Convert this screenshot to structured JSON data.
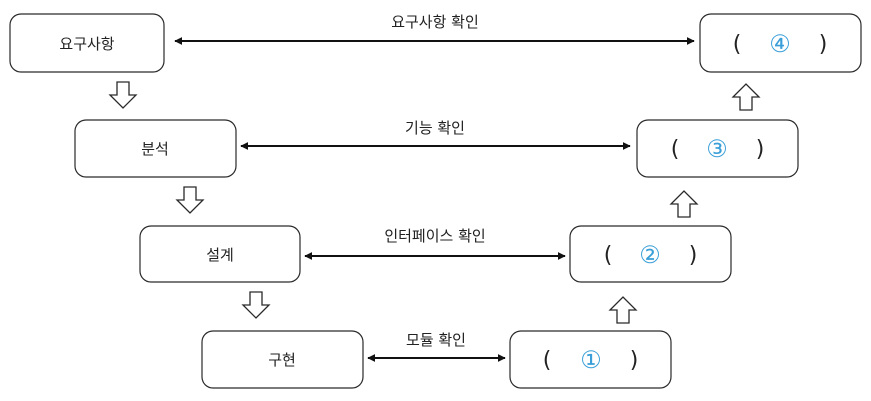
{
  "left_stages": [
    {
      "id": "requirements",
      "label": "요구사항"
    },
    {
      "id": "analysis",
      "label": "분석"
    },
    {
      "id": "design",
      "label": "설계"
    },
    {
      "id": "implementation",
      "label": "구현"
    }
  ],
  "right_stages": [
    {
      "id": "blank4",
      "open": "(",
      "number": "④",
      "close": ")"
    },
    {
      "id": "blank3",
      "open": "(",
      "number": "③",
      "close": ")"
    },
    {
      "id": "blank2",
      "open": "(",
      "number": "②",
      "close": ")"
    },
    {
      "id": "blank1",
      "open": "(",
      "number": "①",
      "close": ")"
    }
  ],
  "links": [
    {
      "label": "요구사항 확인"
    },
    {
      "label": "기능 확인"
    },
    {
      "label": "인터페이스 확인"
    },
    {
      "label": "모듈 확인"
    }
  ],
  "colors": {
    "blank_number": "#3a9fd8",
    "stroke": "#2a2a2a"
  },
  "icons": {
    "down_arrow": "hollow-down-arrow-icon",
    "up_arrow": "hollow-up-arrow-icon"
  }
}
